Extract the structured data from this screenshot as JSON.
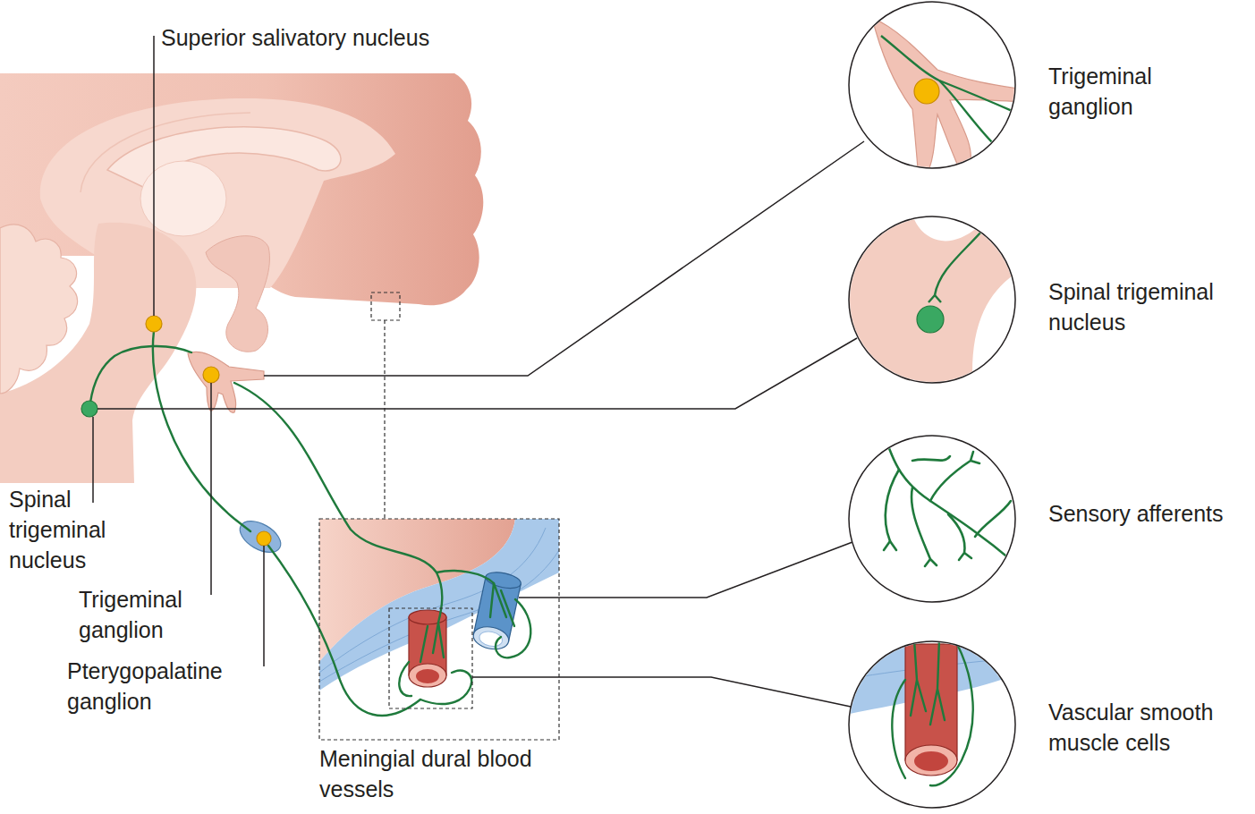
{
  "diagram": {
    "labels": [
      "Superior salivatory nucleus",
      "Trigeminal ganglion",
      "Spinal trigeminal nucleus",
      "Sensory afferents",
      "Vascular smooth muscle cells",
      "Spinal trigeminal nucleus",
      "Trigeminal ganglion",
      "Pterygopalatine ganglion",
      "Meningial dural blood vessels"
    ]
  }
}
